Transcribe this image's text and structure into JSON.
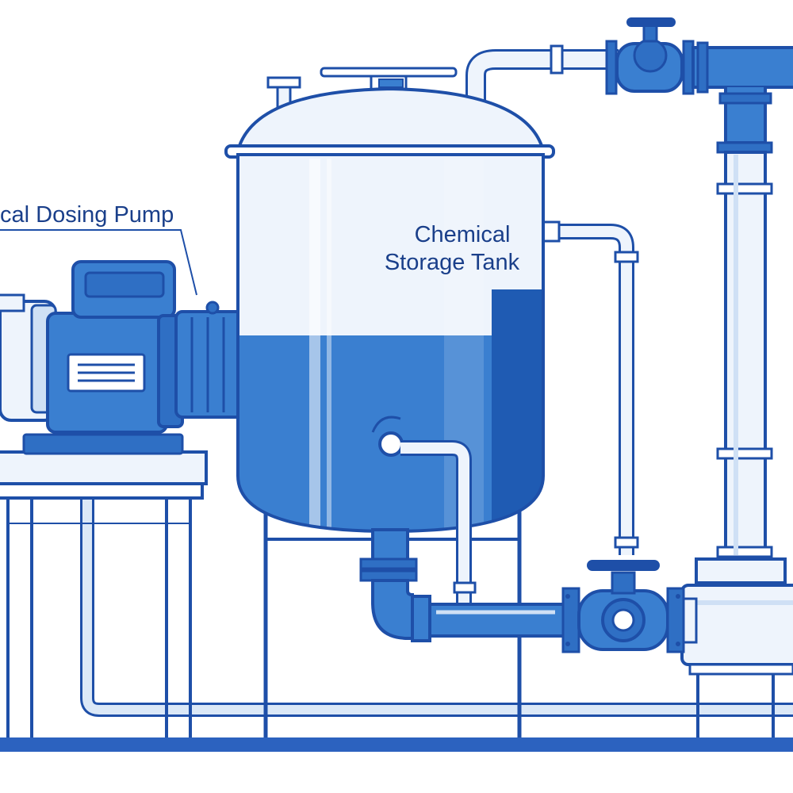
{
  "labels": {
    "pump": "cal Dosing Pump",
    "tank_line1": "Chemical",
    "tank_line2": "Storage Tank"
  },
  "colors": {
    "outline": "#1e4fa8",
    "tank_fill": "#3a7fd0",
    "tank_fill_dark": "#1f5bb3",
    "tank_empty": "#eef4fc",
    "pipe_light": "#dbe8f7",
    "pipe_blue": "#3f86d4",
    "background": "#ffffff"
  },
  "tank": {
    "fill_level": 0.52
  },
  "components": {
    "pump": "chemical-dosing-pump",
    "tank": "chemical-storage-tank",
    "valves": [
      "top-valve",
      "bottom-valve"
    ]
  }
}
